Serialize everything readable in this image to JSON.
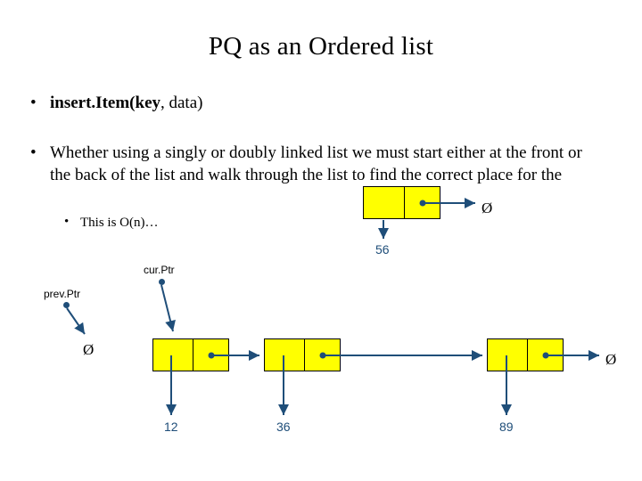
{
  "slide": {
    "title": "PQ as an Ordered list",
    "bullets": [
      {
        "level": 1,
        "bold_prefix": "insert.Item(",
        "text": "insert.Item(key, data)",
        "parts": [
          "insert.Item(",
          "key",
          ", data)"
        ]
      },
      {
        "level": 1,
        "text": "Whether using a singly or doubly linked list we must start either at the front or the back of the list and walk through the list to find the correct place for the"
      },
      {
        "level": 2,
        "text": "This is O(n)…"
      }
    ],
    "bullet_marker": "•"
  },
  "diagram": {
    "null_symbol": "Ø",
    "pointer_labels": [
      {
        "name": "curPtr",
        "text": "cur.Ptr"
      },
      {
        "name": "prevPtr",
        "text": "prev.Ptr"
      }
    ],
    "top_node": {
      "value_label": "56"
    },
    "bottom_nodes": [
      {
        "value_label": "12"
      },
      {
        "value_label": "36"
      },
      {
        "value_label": "89"
      }
    ],
    "colors": {
      "node_fill": "#ffff00",
      "node_border": "#000000",
      "arrow": "#1f4e79",
      "value_text": "#1f4e79"
    }
  }
}
